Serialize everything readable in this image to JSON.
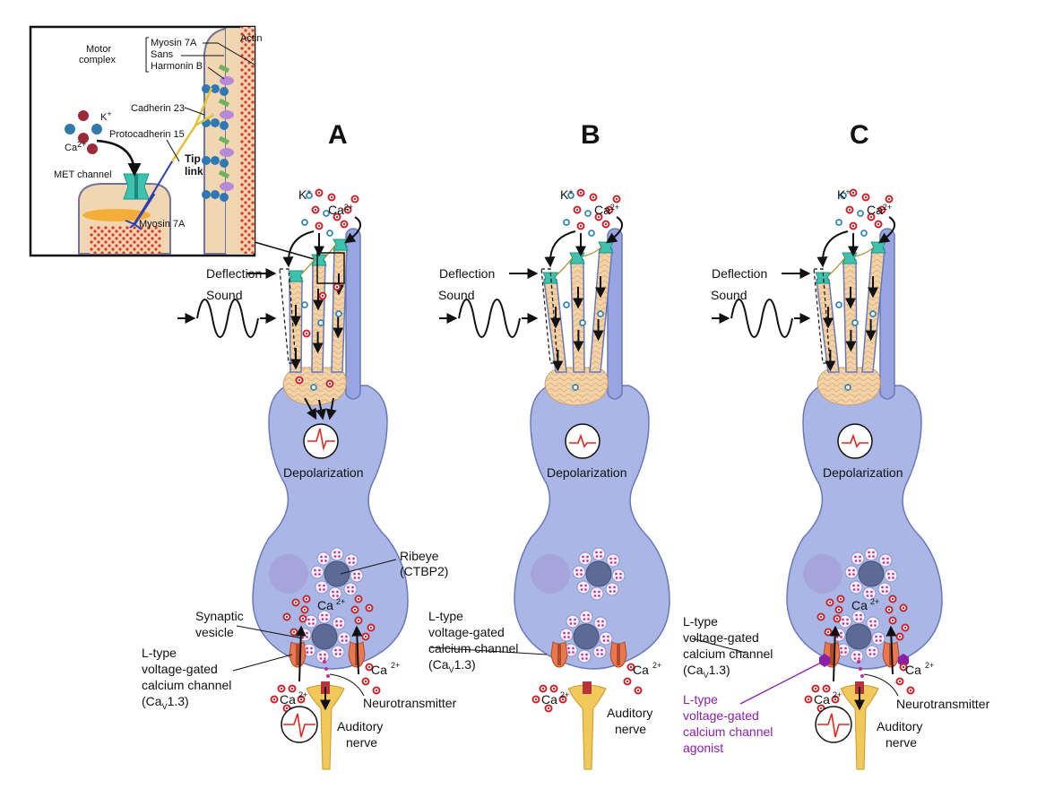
{
  "inset": {
    "motor_complex_label": [
      "Motor",
      "complex"
    ],
    "motor_complex_items": [
      "Myosin 7A",
      "Sans",
      "Harmonin B"
    ],
    "actin_label": "Actin",
    "cadherin_label": "Cadherin 23",
    "protocadherin_label": "Protocadherin 15",
    "tip_link_label": [
      "Tip",
      "link"
    ],
    "k_label": "K",
    "k_sup": "+",
    "ca_label": "Ca",
    "ca_sup": "2+",
    "met_channel_label": "MET channel",
    "myosin_bottom_label": "Myosin 7A"
  },
  "panels": [
    {
      "letter": "A",
      "k_label": "K",
      "k_sup": "+",
      "ca_label": "Ca",
      "ca_sup": "2+",
      "deflection_label": "Deflection",
      "sound_label": "Sound",
      "depolarization_label": "Depolarization",
      "depolarization_strength": "strong",
      "ribeye_label": [
        "Ribeye",
        "(CTBP2)"
      ],
      "synaptic_vesicle_label": [
        "Synaptic",
        "vesicle"
      ],
      "ltype_label": [
        "L-type",
        "voltage-gated",
        "calcium channel",
        "(Ca",
        "V",
        "1.3)"
      ],
      "neurotransmitter_label": "Neurotransmitter",
      "auditory_nerve_label": [
        "Auditory",
        "nerve"
      ],
      "nerve_signal": true
    },
    {
      "letter": "B",
      "k_label": "K",
      "k_sup": "+",
      "ca_label": "Ca",
      "ca_sup": "2+",
      "deflection_label": "Deflection",
      "sound_label": "Sound",
      "depolarization_label": "Depolarization",
      "depolarization_strength": "weak",
      "ltype_label": [
        "L-type",
        "voltage-gated",
        "calcium channel",
        "(Ca",
        "V",
        "1.3)"
      ],
      "auditory_nerve_label": [
        "Auditory",
        "nerve"
      ],
      "nerve_signal": false
    },
    {
      "letter": "C",
      "k_label": "K",
      "k_sup": "+",
      "ca_label": "Ca",
      "ca_sup": "2+",
      "deflection_label": "Deflection",
      "sound_label": "Sound",
      "depolarization_label": "Depolarization",
      "depolarization_strength": "weak",
      "ltype_label": [
        "L-type",
        "voltage-gated",
        "calcium channel",
        "(Ca",
        "V",
        "1.3)"
      ],
      "agonist_label": [
        "L-type",
        "voltage-gated",
        "calcium channel",
        "agonist"
      ],
      "neurotransmitter_label": "Neurotransmitter",
      "auditory_nerve_label": [
        "Auditory",
        "nerve"
      ],
      "nerve_signal": true
    }
  ],
  "colors": {
    "cell_body": "#a9b6e6",
    "cell_outline": "#6a78b8",
    "stereocilia": "#f3d3a6",
    "channel": "#3cc3b0",
    "ca_ion": "#c3262e",
    "k_ion": "#3a86b8",
    "nerve": "#f2c85b",
    "ltype_channel": "#e8784f",
    "agonist": "#8a1fa8",
    "signal": "#e0281e"
  }
}
